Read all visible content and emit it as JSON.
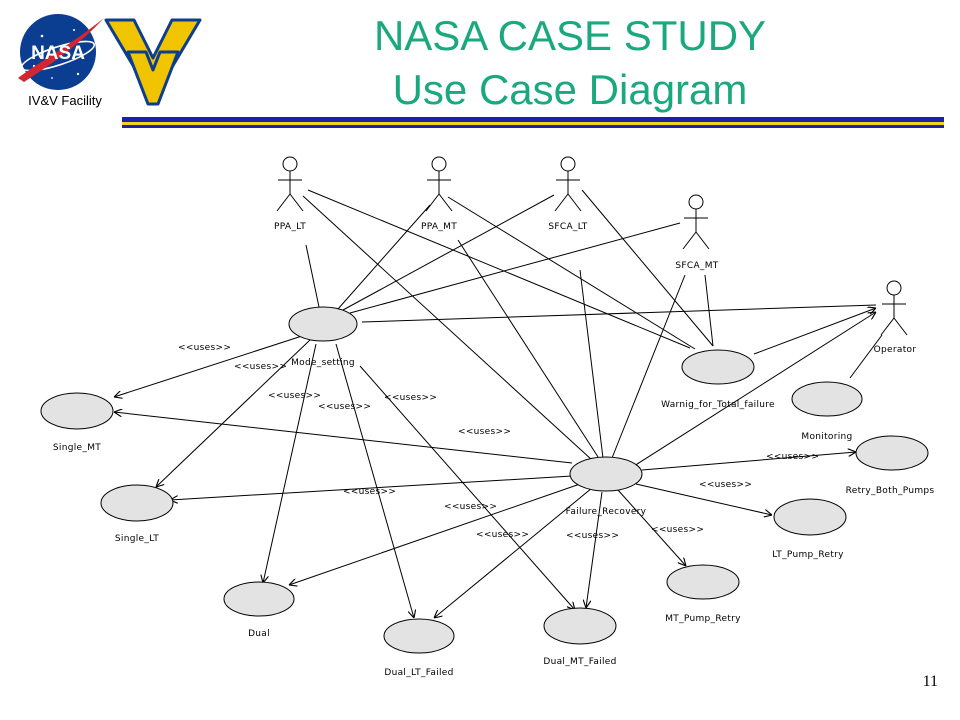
{
  "header": {
    "title_line1": "NASA CASE STUDY",
    "title_line2": "Use Case Diagram",
    "facility": "IV&V Facility",
    "nasa_logo_text": "NASA",
    "page_number": "11"
  },
  "icons": {
    "nasa_logo": "nasa-meatball-logo",
    "wv_logo": "flying-wv-logo",
    "actor": "stick-figure-actor"
  },
  "colors": {
    "title": "#1aa87e",
    "rule_blue": "#1f1fa8",
    "rule_yellow": "#f2d21b",
    "use_case_fill": "#e3e3e3",
    "nasa_blue": "#0b3d91",
    "nasa_red": "#d22630",
    "wv_gold": "#f1c400"
  },
  "diagram": {
    "actors": {
      "ppa_lt": "PPA_LT",
      "ppa_mt": "PPA_MT",
      "sfca_lt": "SFCA_LT",
      "sfca_mt": "SFCA_MT",
      "operator": "Operator"
    },
    "use_cases": {
      "mode_setting": "Mode_setting",
      "single_mt": "Single_MT",
      "single_lt": "Single_LT",
      "dual": "Dual",
      "dual_lt_failed": "Dual_LT_Failed",
      "dual_mt_failed": "Dual_MT_Failed",
      "failure_recovery": "Failure_Recovery",
      "warning_total_failure": "Warnig_for_Total_failure",
      "monitoring": "Monitoring",
      "retry_both_pumps": "Retry_Both_Pumps",
      "lt_pump_retry": "LT_Pump_Retry",
      "mt_pump_retry": "MT_Pump_Retry"
    },
    "stereotype": "<<uses>>"
  }
}
